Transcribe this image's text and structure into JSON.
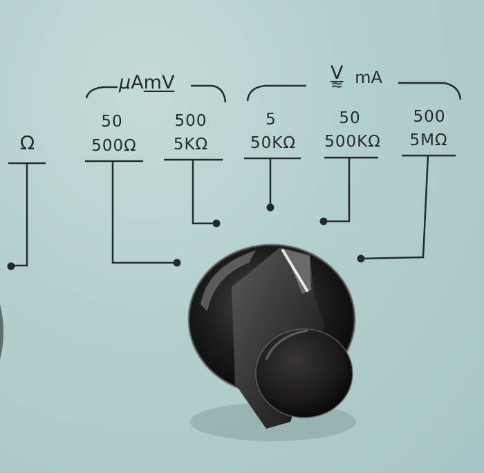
{
  "panel": {
    "groups": {
      "micro": {
        "prefix": "µ",
        "unit_a": "A",
        "unit_mv": "mV"
      },
      "vma": {
        "unit_v": "V",
        "tilde": "≈",
        "unit_ma": "mA"
      }
    },
    "ranges": [
      {
        "range": "Ω",
        "resistance": ""
      },
      {
        "range": "50",
        "resistance": "500Ω"
      },
      {
        "range": "500",
        "resistance": "5KΩ"
      },
      {
        "range": "5",
        "resistance": "50KΩ"
      },
      {
        "range": "50",
        "resistance": "500KΩ"
      },
      {
        "range": "500",
        "resistance": "5MΩ"
      }
    ]
  },
  "colors": {
    "panel": "#b3cfcd",
    "ink": "#232a2b",
    "knob": "#151515"
  },
  "icons": {
    "selector_knob": "rotary-selector-knob",
    "contact_dots": "contact-dot"
  }
}
